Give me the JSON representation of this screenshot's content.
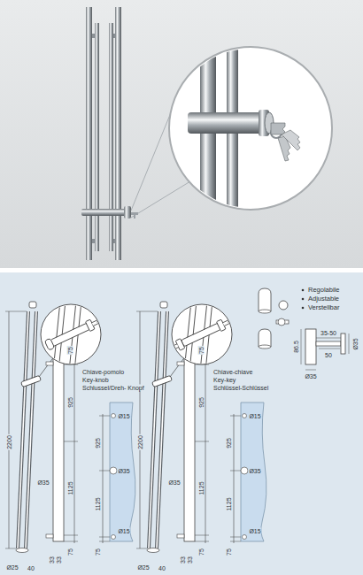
{
  "diagram": {
    "labels": [
      "Chiave-pomolo",
      "Key-knob",
      "Schlussel/Dreh- Knopf",
      "2200",
      "Ø35",
      "75",
      "925",
      "1125",
      "75",
      "33",
      "33",
      "Ø25",
      "40",
      "925",
      "1125",
      "75",
      "Ø15",
      "Ø35",
      "Ø15",
      "Chiave-chiave",
      "Key-key",
      "Schlüssel-Schlüssel",
      "2200",
      "Ø35",
      "75",
      "925",
      "1125",
      "75",
      "33",
      "33",
      "Ø25",
      "40",
      "925",
      "1125",
      "75",
      "Ø15",
      "Ø35",
      "Ø15",
      "Regolabile",
      "Adjustable",
      "Verstellbar",
      "35-50",
      "86.5",
      "50",
      "Ø35",
      "Ø35"
    ]
  }
}
